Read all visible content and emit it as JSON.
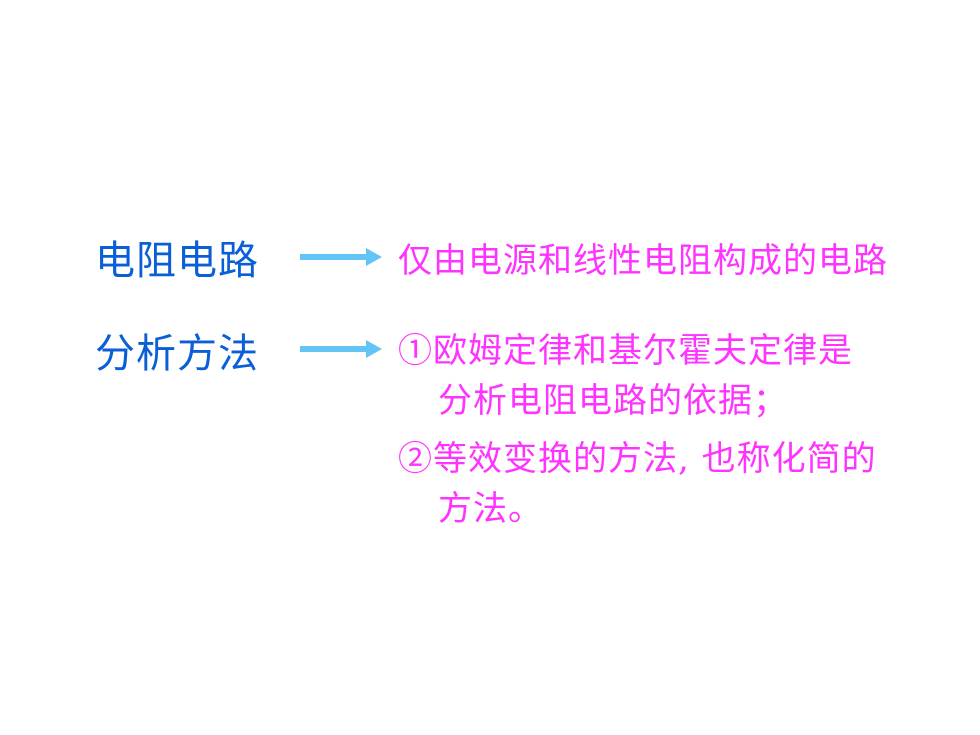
{
  "colors": {
    "term": "#0a5fd6",
    "description": "#ff33ff",
    "arrow": "#63c5f5"
  },
  "rows": [
    {
      "term": "电阻电路",
      "arrow_icon": "right-arrow-icon",
      "description_lines": [
        "仅由电源和线性电阻构成的电路"
      ]
    },
    {
      "term": "分析方法",
      "arrow_icon": "right-arrow-icon",
      "items": [
        {
          "lines": [
            "①欧姆定律和基尔霍夫定律是",
            "分析电阻电路的依据；"
          ]
        },
        {
          "lines": [
            "②等效变换的方法, 也称化简的",
            "方法。"
          ]
        }
      ]
    }
  ]
}
